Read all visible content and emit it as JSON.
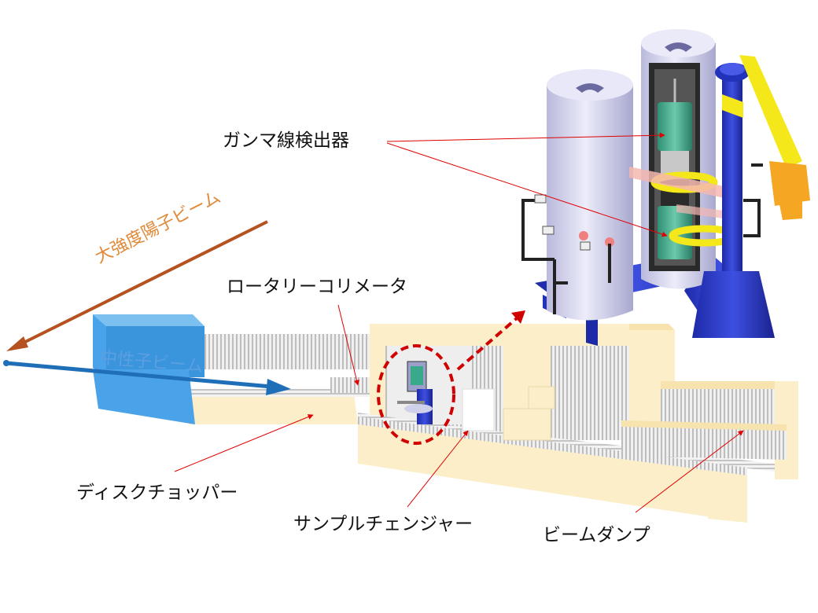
{
  "labels": {
    "gamma_detector": "ガンマ線検出器",
    "rotary_collimator": "ロータリーコリメータ",
    "disk_chopper": "ディスクチョッパー",
    "sample_changer": "サンプルチェンジャー",
    "beam_dump": "ビームダンプ"
  },
  "beams": {
    "proton": "大強度陽子ビーム",
    "neutron": "中性子ビーム"
  },
  "colors": {
    "proton_beam": "#b5521f",
    "proton_text": "#e08a3a",
    "neutron_beam": "#1f6fb8",
    "neutron_text": "#5a9fe0",
    "shield_body": "#fbeec8",
    "shield_top": "#f7e3ad",
    "shield_hatch": "#c8c8c8",
    "block_blue": "#4aa3e8",
    "leader_red": "#e00000",
    "highlight_dash": "#d00000",
    "detector_body": "#d8d8f0",
    "detector_crystal": "#3aa88a",
    "frame_blue": "#2233bb",
    "ring_yellow": "#f4e81a",
    "arm_orange": "#f5a623"
  }
}
